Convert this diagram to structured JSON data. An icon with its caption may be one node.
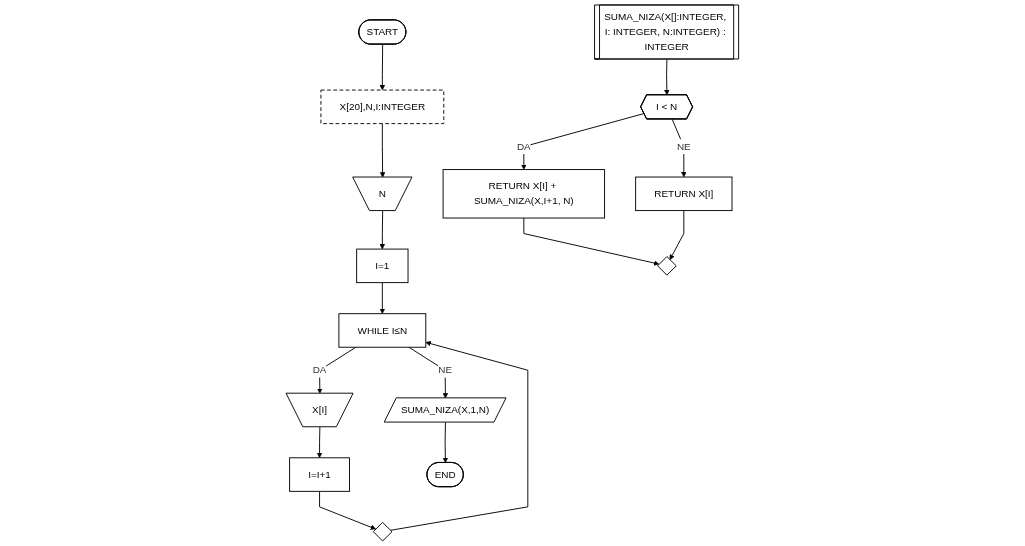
{
  "diagram": {
    "nodes": [
      {
        "text": [
          "START"
        ]
      },
      {
        "text": [
          "X[20],N,I:INTEGER"
        ]
      },
      {
        "text": [
          "N"
        ]
      },
      {
        "text": [
          "I=1"
        ]
      },
      {
        "text": [
          "WHILE I≤N"
        ]
      },
      {
        "text": [
          "X[I]"
        ]
      },
      {
        "text": [
          "I=I+1"
        ]
      },
      {
        "text": [],
        "shape": "diamond"
      },
      {
        "text": [
          "SUMA_NIZA(X,1,N)"
        ]
      },
      {
        "text": [
          "END"
        ]
      },
      {
        "text": [
          "SUMA_NIZA(X[]:INTEGER, I: INTEGER, N:INTEGER) : INTEGER"
        ]
      },
      {
        "text": [
          "I < N"
        ]
      },
      {
        "text": [
          "RETURN X[I] + SUMA_NIZA(X,I+1, N)"
        ]
      },
      {
        "text": [
          "RETURN X[I]"
        ]
      },
      {
        "text": [],
        "shape": "diamond"
      }
    ],
    "edges": [
      {
        "from": 0,
        "to": 1,
        "arrow": "to"
      },
      {
        "from": 1,
        "to": 2,
        "arrow": "to"
      },
      {
        "from": 2,
        "to": 3,
        "arrow": "to"
      },
      {
        "from": 3,
        "to": 4,
        "arrow": "to"
      },
      {
        "from": 4,
        "to": 5,
        "arrow": "to",
        "label": "DA"
      },
      {
        "from": 5,
        "to": 6,
        "arrow": "to"
      },
      {
        "from": 6,
        "to": 7,
        "arrow": "to"
      },
      {
        "from": 7,
        "to": 4,
        "arrow": "to"
      },
      {
        "from": 4,
        "to": 8,
        "arrow": "to",
        "label": "NE"
      },
      {
        "from": 8,
        "to": 9,
        "arrow": "to"
      },
      {
        "from": 10,
        "to": 11,
        "arrow": "to"
      },
      {
        "from": 11,
        "to": 12,
        "arrow": "to",
        "label": "DA"
      },
      {
        "from": 11,
        "to": 13,
        "arrow": "to",
        "label": "NE"
      },
      {
        "from": 12,
        "to": 14,
        "arrow": "to"
      },
      {
        "from": 13,
        "to": 14,
        "arrow": "to"
      }
    ]
  }
}
